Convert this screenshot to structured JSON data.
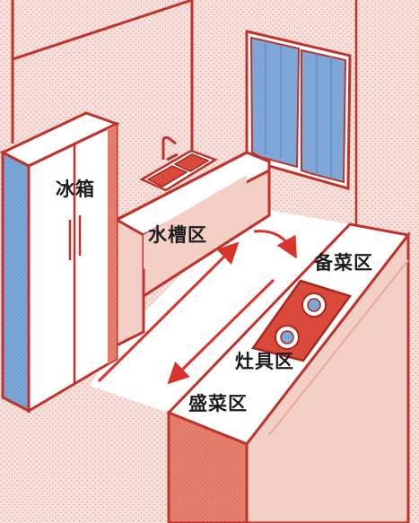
{
  "zones": {
    "fridge": "冰箱",
    "sink": "水槽区",
    "prep": "备菜区",
    "stove": "灶具区",
    "serve": "盛菜区"
  },
  "colors": {
    "wall": "#f7e1dc",
    "wall_dots": "#e9a89c",
    "outline": "#c0332c",
    "counter_top": "#ffffff",
    "counter_front": "#f4cfc6",
    "counter_dark": "#e07a68",
    "fridge_side": "#7aa7d6",
    "window": "#7ea7d8",
    "sink": "#d94a3a",
    "arrow": "#d8342b"
  },
  "icons": [
    "fridge-icon",
    "sink-icon",
    "stove-icon",
    "window-icon",
    "workflow-arrow-icon"
  ]
}
